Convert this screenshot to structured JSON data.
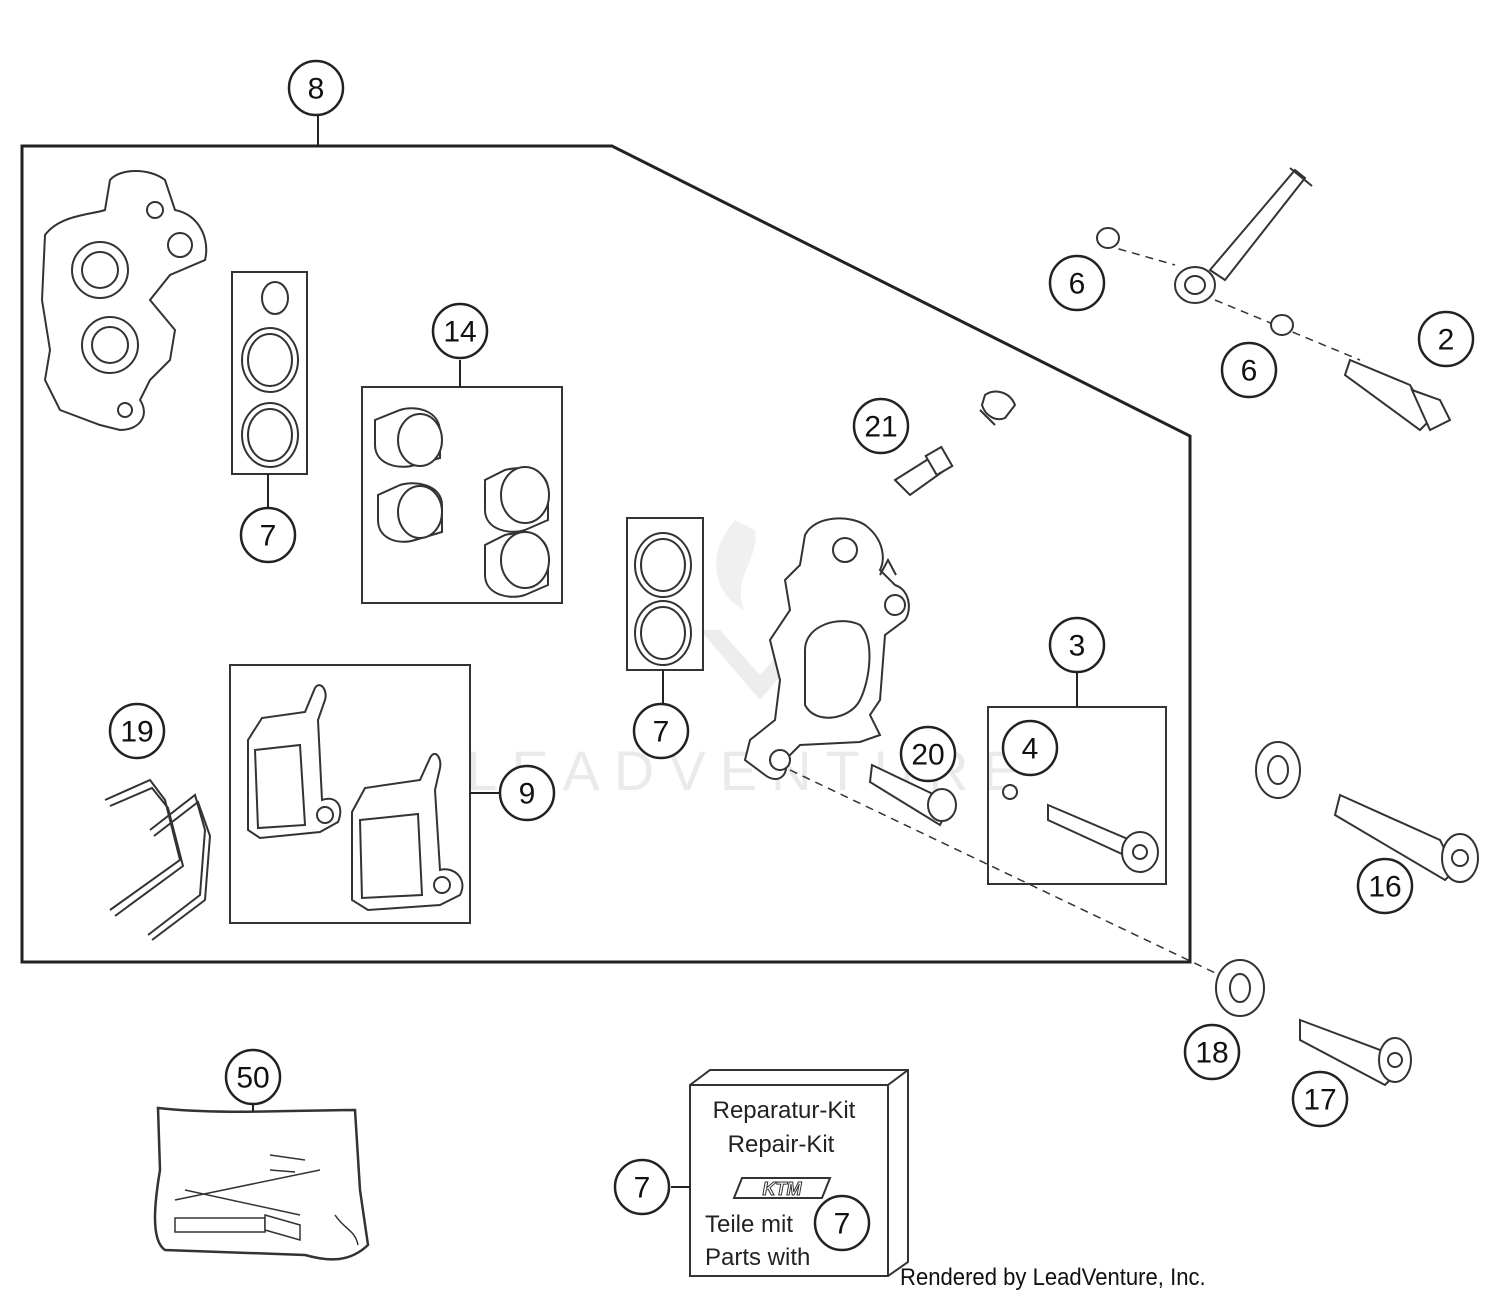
{
  "diagram": {
    "callouts": {
      "c8": "8",
      "c6a": "6",
      "c6b": "6",
      "c2": "2",
      "c14": "14",
      "c7a": "7",
      "c21": "21",
      "c7b": "7",
      "c3": "3",
      "c19": "19",
      "c20": "20",
      "c4": "4",
      "c9": "9",
      "c16": "16",
      "c18": "18",
      "c17": "17",
      "c50": "50",
      "c7c": "7",
      "c7d": "7"
    },
    "repair_kit": {
      "line1": "Reparatur-Kit",
      "line2": "Repair-Kit",
      "logo": "KTM",
      "line3": "Teile mit",
      "line4": "Parts with"
    },
    "watermark": "LEADVENTURE"
  },
  "footer": {
    "credit": "Rendered by LeadVenture, Inc."
  }
}
